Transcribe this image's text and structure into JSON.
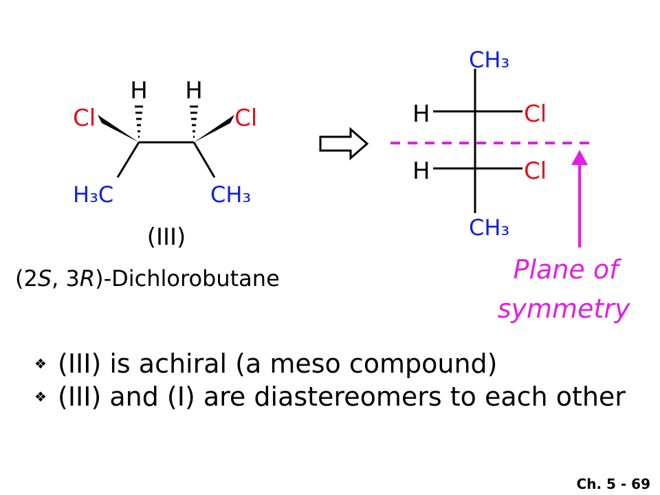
{
  "colors": {
    "atom_red": "#e0101a",
    "atom_blue": "#1020e0",
    "bond_black": "#000000",
    "symmetry_magenta": "#e020e0"
  },
  "left_structure": {
    "h_left": "H",
    "h_right": "H",
    "cl_left": "Cl",
    "cl_right": "Cl",
    "ch3_left": "H₃C",
    "ch3_right": "CH₃",
    "roman_label": "(III)",
    "name_prefix": "(2",
    "name_s": "S",
    "name_mid": ", 3",
    "name_r": "R",
    "name_suffix": ")-Dichlorobutane"
  },
  "arrow_icon": "hollow-right-arrow-icon",
  "fischer": {
    "top_group": "CH₃",
    "row1_left": "H",
    "row1_right": "Cl",
    "row2_left": "H",
    "row2_right": "Cl",
    "bottom_group": "CH₃"
  },
  "symmetry_label": {
    "line1": "Plane of",
    "line2": "symmetry"
  },
  "bullets": [
    {
      "icon": "four-diamond-bullet-icon",
      "glyph": "❖",
      "text": "(III) is achiral (a meso compound)"
    },
    {
      "icon": "four-diamond-bullet-icon",
      "glyph": "❖",
      "text": "(III) and (I) are diastereomers to each other"
    }
  ],
  "page_number": "Ch. 5 - 69"
}
